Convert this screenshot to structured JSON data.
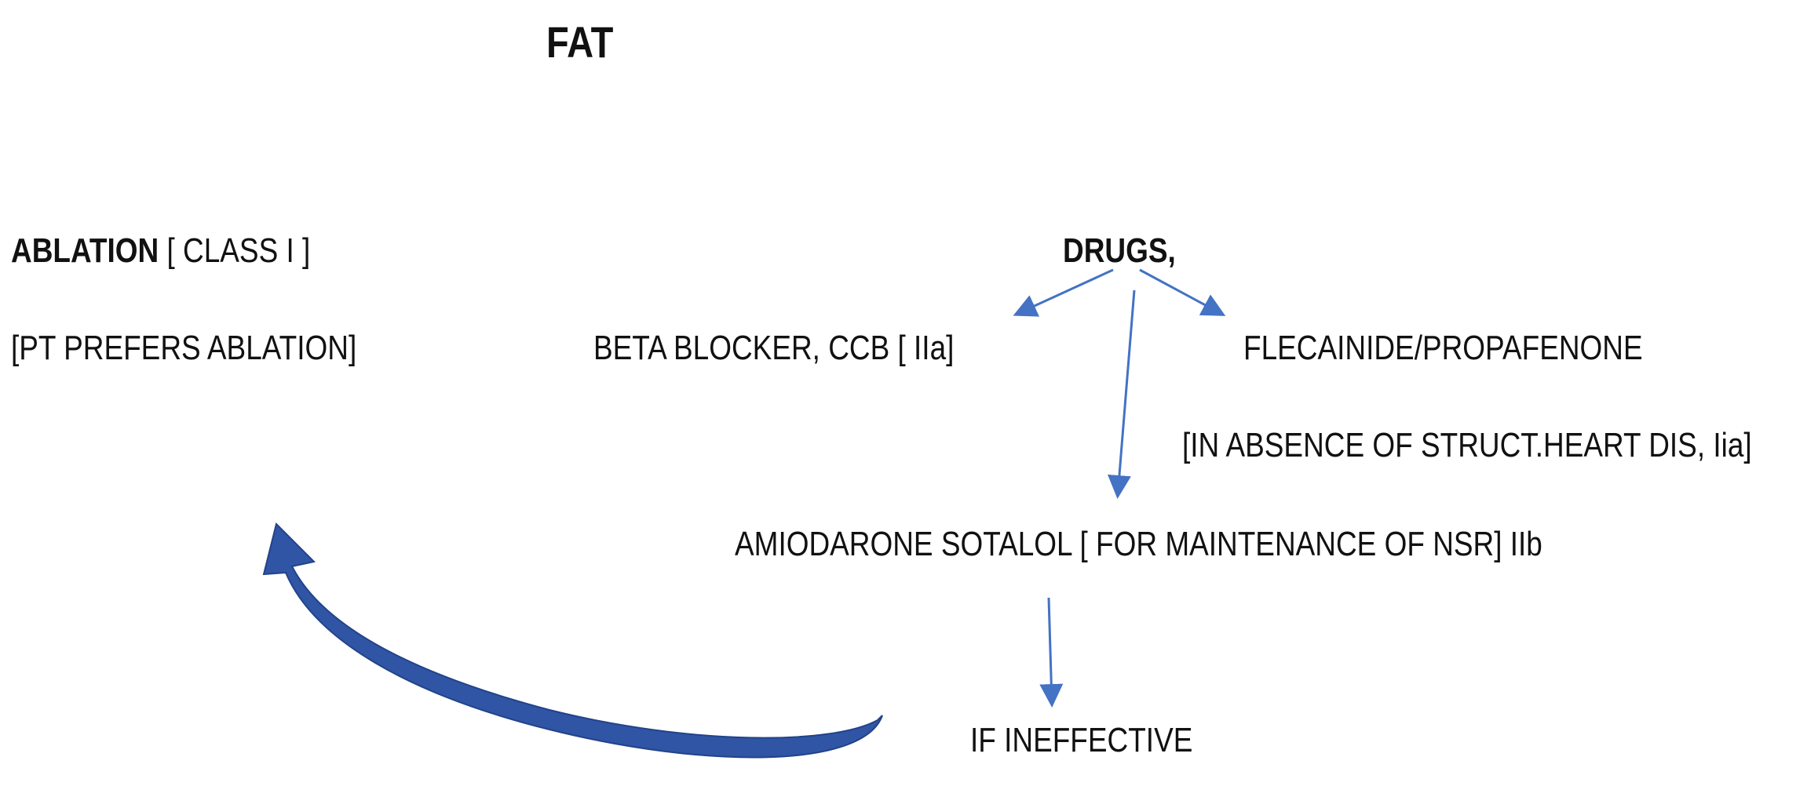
{
  "title": "FAT",
  "ablation": {
    "label": "ABLATION",
    "class": "[ CLASS I ]",
    "note": "[PT PREFERS ABLATION]"
  },
  "drugs": {
    "label": "DRUGS,"
  },
  "beta_blocker": "BETA BLOCKER, CCB  [ IIa]",
  "flecainide": {
    "label": "FLECAINIDE/PROPAFENONE",
    "note": "[IN ABSENCE OF STRUCT.HEART DIS, Iia]"
  },
  "amiodarone": "AMIODARONE SOTALOL  [ FOR MAINTENANCE  OF NSR] IIb",
  "ineffective": "IF INEFFECTIVE",
  "colors": {
    "arrow": "#4472c4",
    "curved_arrow": "#2f55a4",
    "text": "#111111"
  }
}
